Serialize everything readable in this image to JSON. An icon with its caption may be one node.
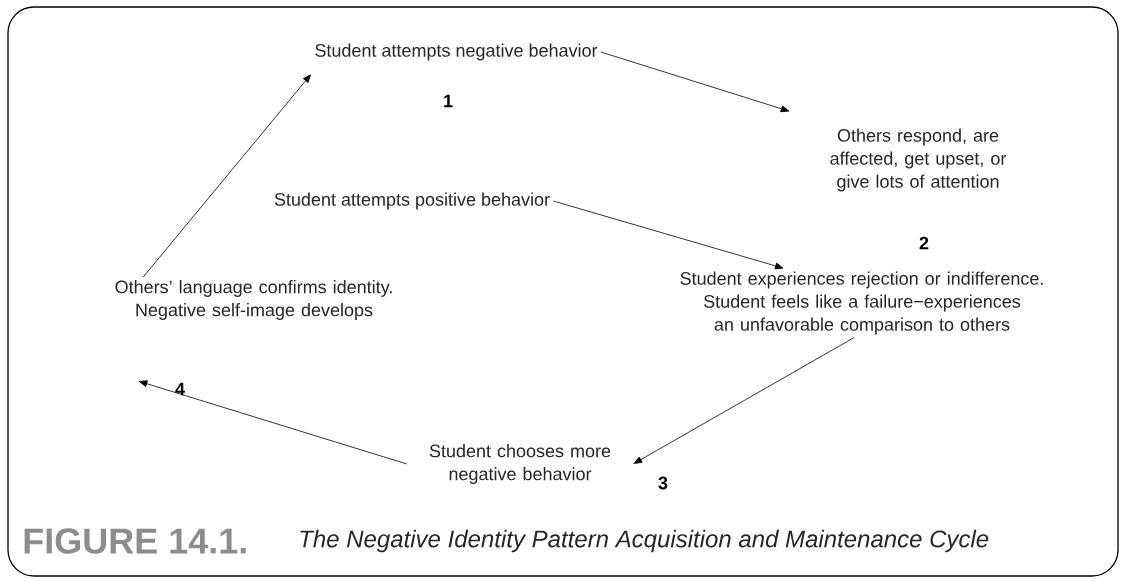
{
  "diagram": {
    "caption": "The Negative Identity Pattern Acquisition and Maintenance Cycle",
    "nodes": [
      {
        "text": [
          "Student attempts negative behavior"
        ]
      },
      {
        "text": [
          "Others respond, are affected, get upset, or give lots of attention"
        ]
      },
      {
        "text": [
          "Student attempts positive behavior"
        ]
      },
      {
        "text": [
          "Student experiences rejection or indifference. Student feels like a failure−experiences an unfavorable comparison to others"
        ]
      },
      {
        "text": [
          "Others’ language confirms identity. Negative self-image develops"
        ]
      },
      {
        "text": [
          "Student chooses more negative behavior"
        ]
      }
    ],
    "edges": [
      {
        "from": 0,
        "to": 1,
        "arrow": "to"
      },
      {
        "from": 2,
        "to": 3,
        "arrow": "to"
      },
      {
        "from": 3,
        "to": 5,
        "arrow": "to"
      },
      {
        "from": 5,
        "to": 4,
        "arrow": "to"
      },
      {
        "from": 4,
        "to": 0,
        "arrow": "to"
      }
    ],
    "labels": [
      "1",
      "2",
      "3",
      "4",
      "FIGURE 14.1."
    ]
  }
}
